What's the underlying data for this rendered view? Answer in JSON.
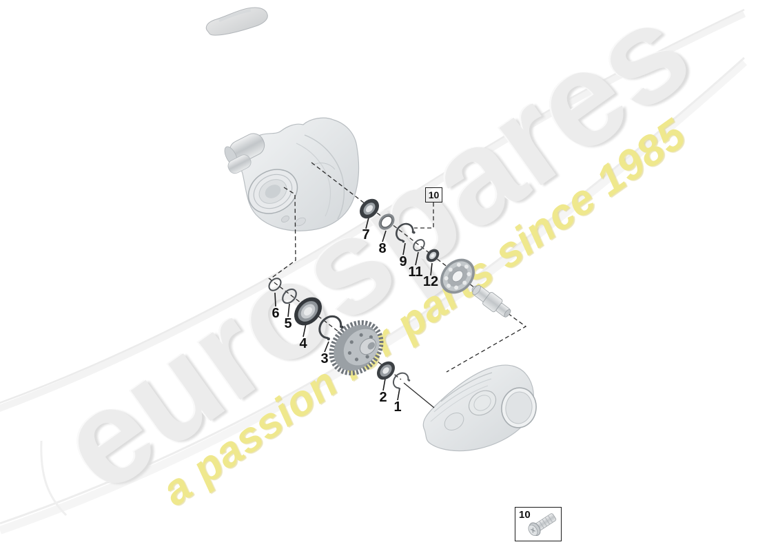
{
  "watermark": {
    "brand_text": "eurospares",
    "tagline_text": "a passion for parts since 1985",
    "brand_color": "#ececec",
    "tagline_color": "#efe88d"
  },
  "diagram": {
    "callout_labels": [
      "1",
      "2",
      "3",
      "4",
      "5",
      "6",
      "7",
      "8",
      "9",
      "11",
      "12"
    ],
    "boxed_callout_label": "10",
    "fastener_callout_label": "10"
  },
  "icons": {
    "vehicle": "car-silhouette-icon",
    "front_housing": "gearbox-housing-icon",
    "rear_housing": "gearbox-cover-icon",
    "gear": "differential-gear-icon",
    "fastener": "screw-icon"
  },
  "colors": {
    "callout_text": "#111111",
    "line": "#222222",
    "part_dark": "#3a3e42",
    "metal": "#c9cdd0",
    "housing": "#e3e6e8"
  }
}
